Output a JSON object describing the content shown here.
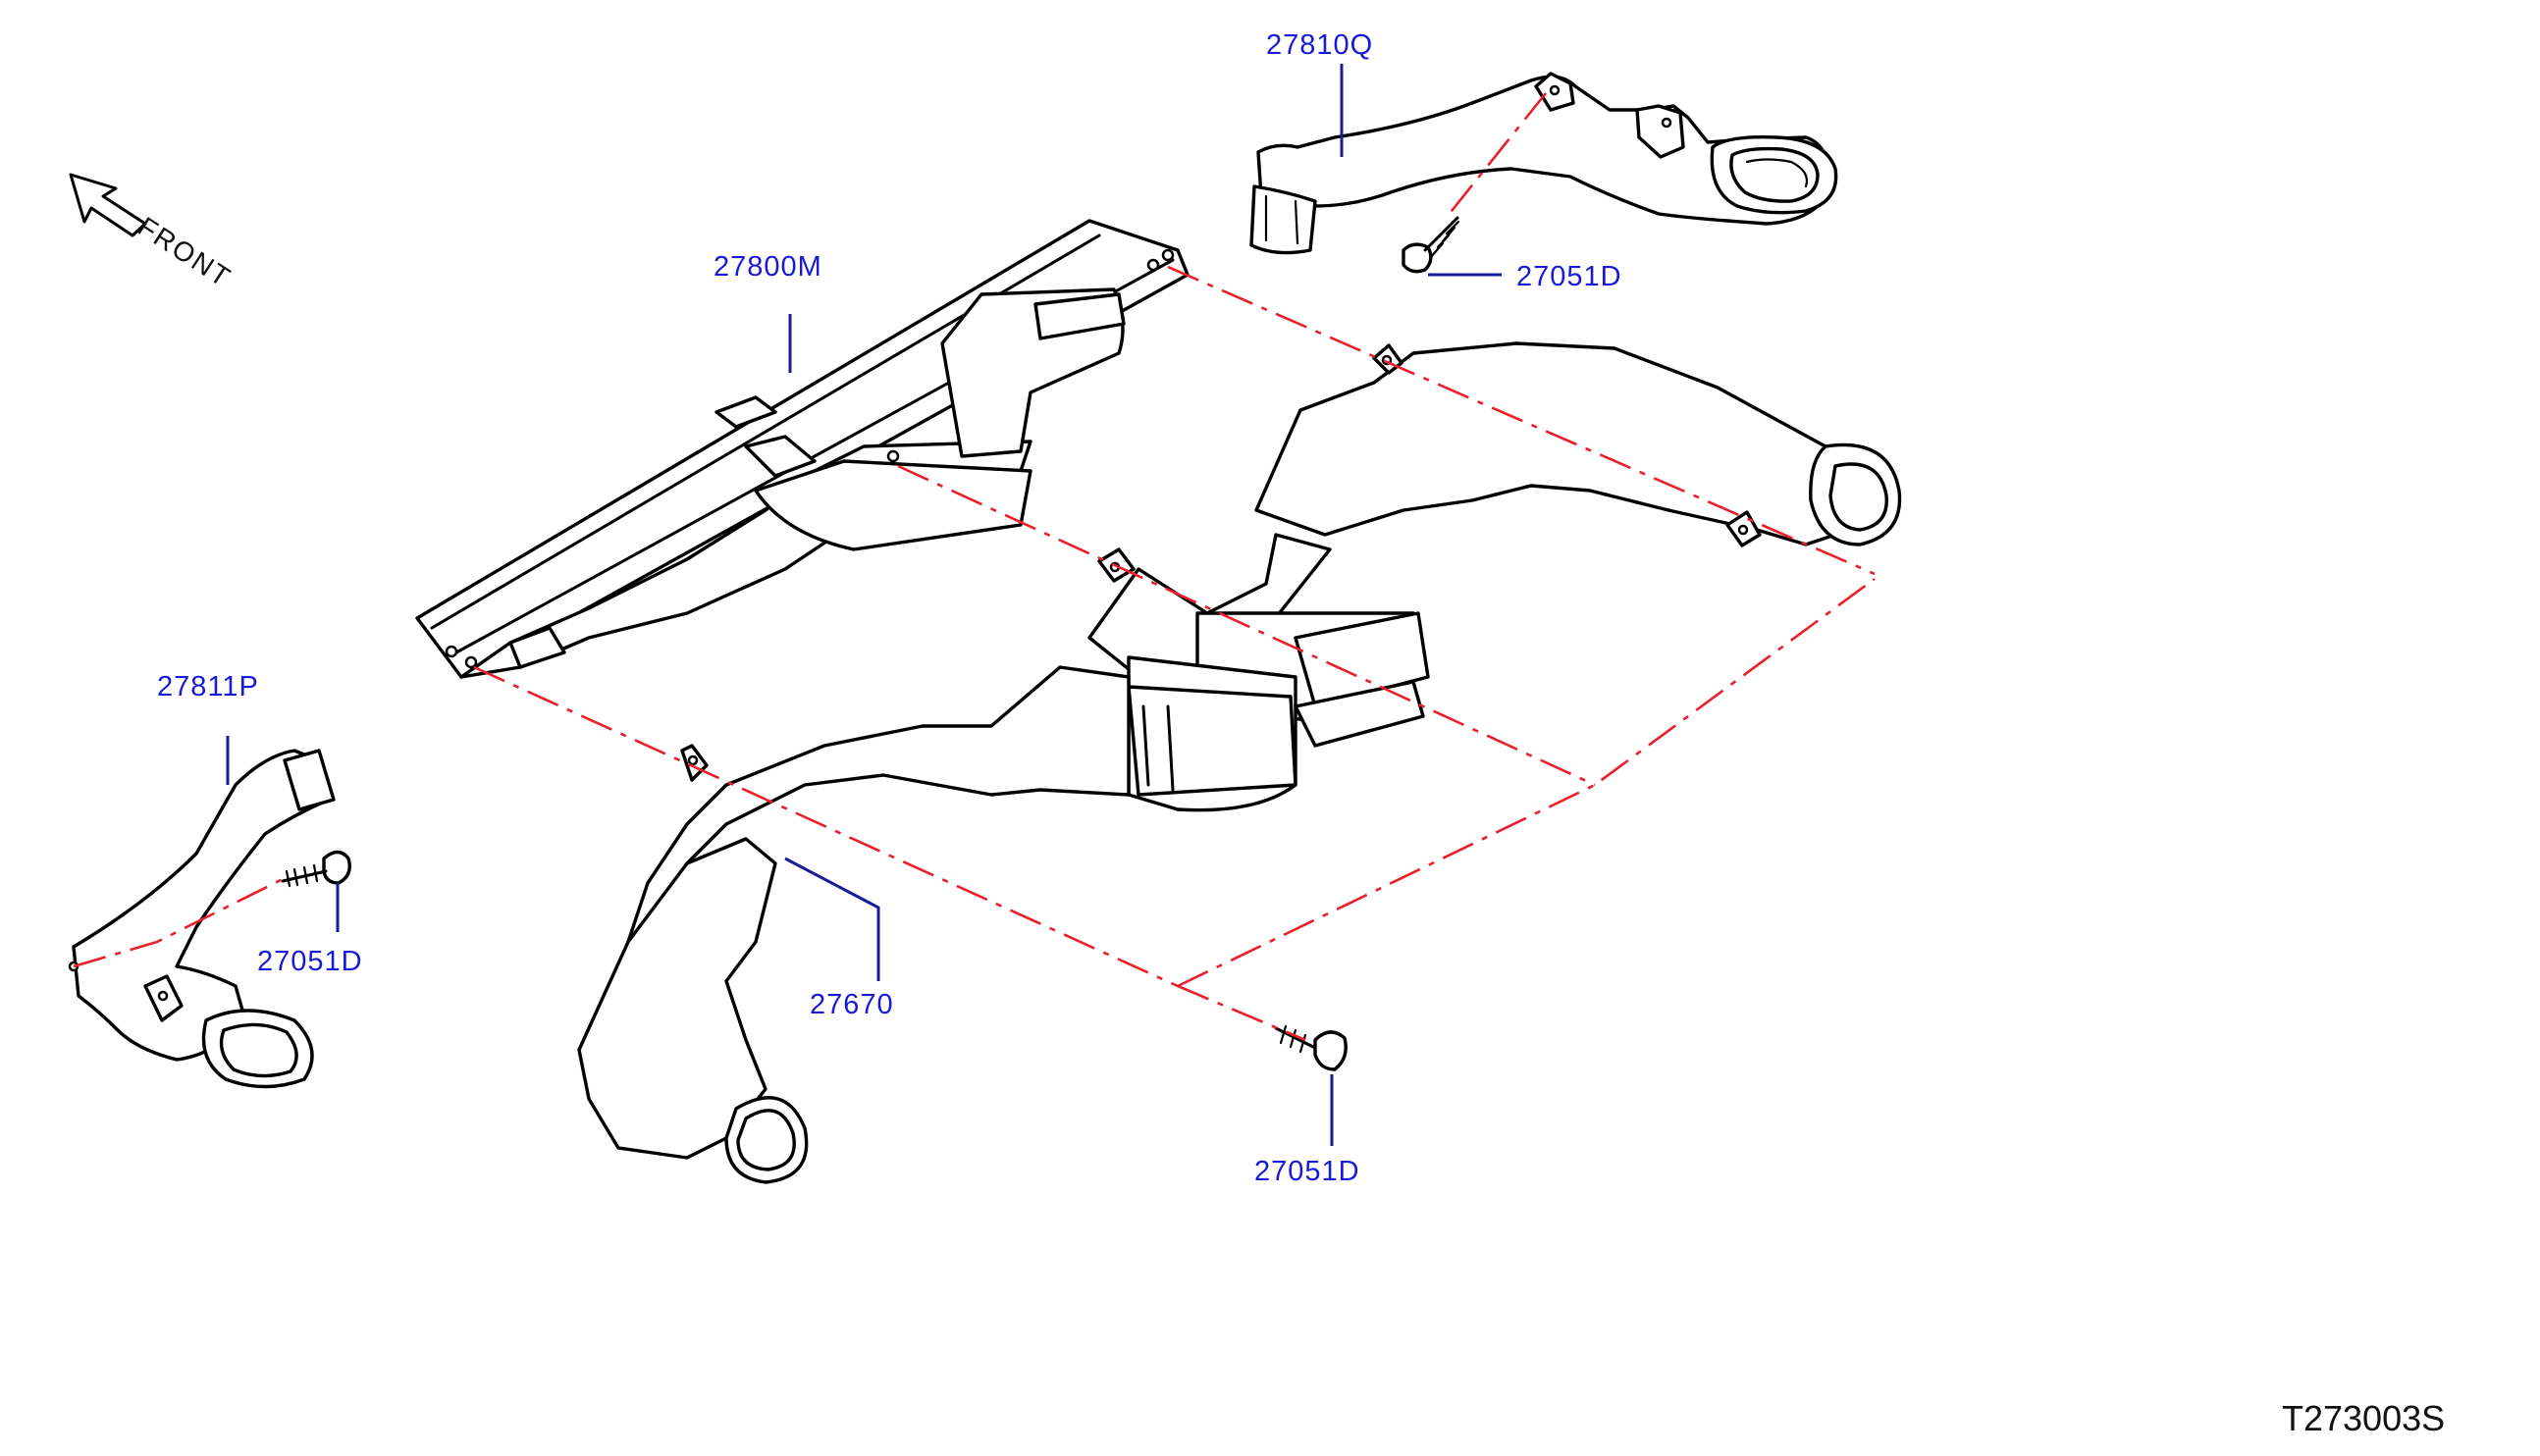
{
  "direction": {
    "label": "FRONT",
    "icon": "front-arrow-icon"
  },
  "parts": [
    {
      "id": "27810Q",
      "label": "27810Q"
    },
    {
      "id": "27051D-top",
      "label": "27051D"
    },
    {
      "id": "27800M",
      "label": "27800M"
    },
    {
      "id": "27811P",
      "label": "27811P"
    },
    {
      "id": "27051D-left",
      "label": "27051D"
    },
    {
      "id": "27670",
      "label": "27670"
    },
    {
      "id": "27051D-bottom",
      "label": "27051D"
    }
  ],
  "diagram_code": "T273003S",
  "colors": {
    "part_label": "#1a1ad6",
    "leader": "#1a1a9a",
    "phantom_line": "#e8202a",
    "outline": "#000000"
  }
}
